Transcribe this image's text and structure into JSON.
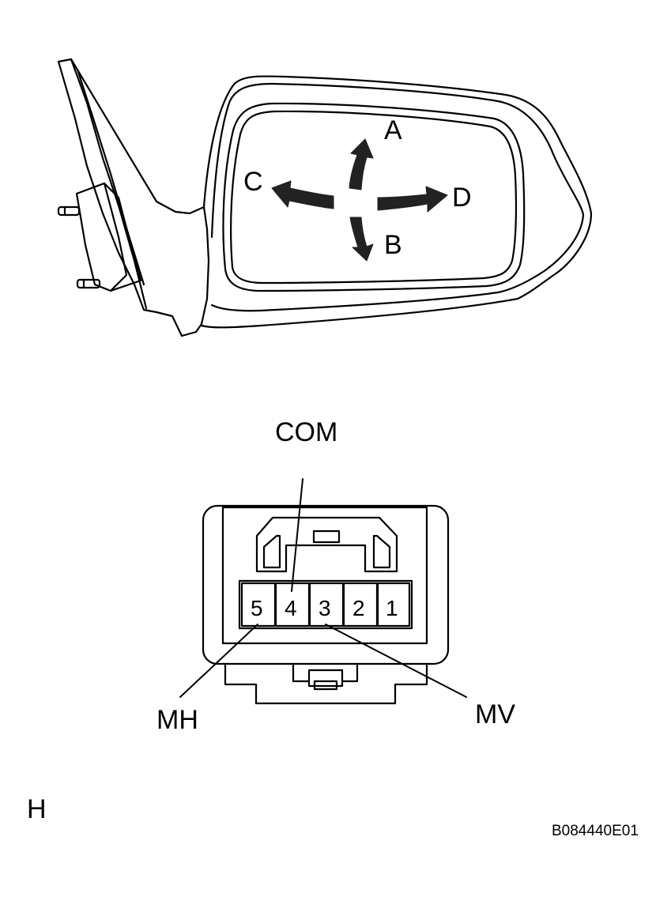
{
  "mirror": {
    "arrow_labels": {
      "up": "A",
      "down": "B",
      "left": "C",
      "right": "D"
    }
  },
  "connector": {
    "pins": [
      "5",
      "4",
      "3",
      "2",
      "1"
    ],
    "terminal_labels": {
      "common": "COM",
      "horizontal": "MH",
      "vertical": "MV"
    }
  },
  "footer": {
    "view_letter": "H",
    "figure_code": "B084440E01"
  },
  "colors": {
    "line": "#000000",
    "background": "#ffffff",
    "arrow_fill": "#222222"
  }
}
